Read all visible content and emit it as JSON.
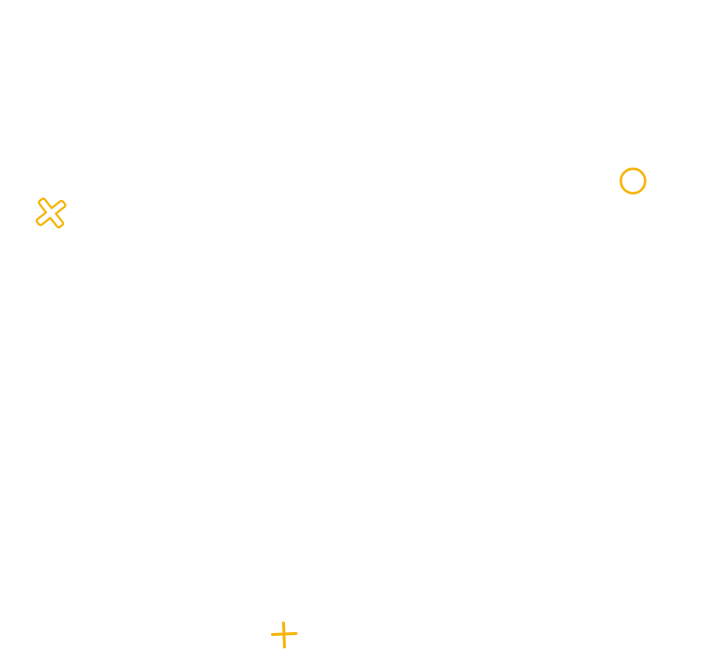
{
  "background_color": "#ffffff",
  "accent_color": "#f5b60f",
  "shapes": [
    {
      "name": "outline-cross-icon",
      "icon": "outlined-x-cross"
    },
    {
      "name": "ring-icon",
      "icon": "circle-outline"
    },
    {
      "name": "plus-icon",
      "icon": "plus-sign"
    }
  ]
}
